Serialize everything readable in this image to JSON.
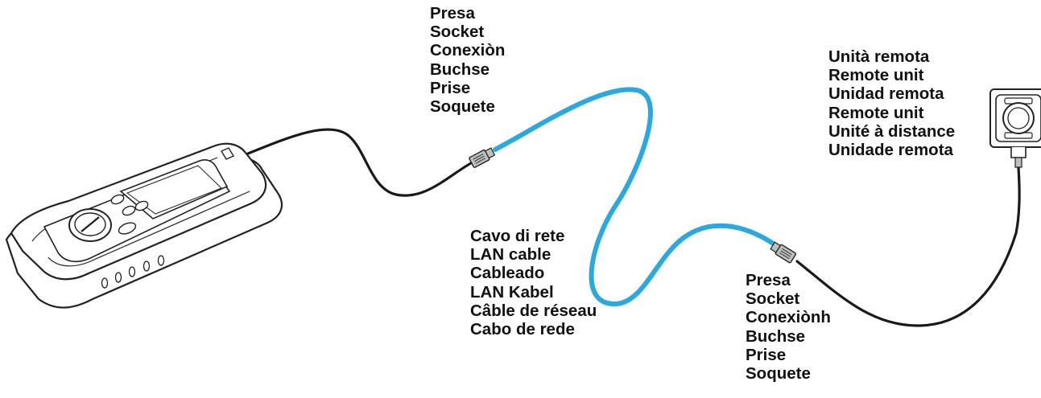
{
  "labels": {
    "socket_top": [
      "Presa",
      "Socket",
      "Conexiòn",
      "Buchse",
      "Prise",
      "Soquete"
    ],
    "remote_unit": [
      "Unità remota",
      "Remote unit",
      "Unidad remota",
      "Remote unit",
      "Unité à distance",
      "Unidade remota"
    ],
    "lan_cable": [
      "Cavo di rete",
      "LAN cable",
      "Cableado",
      "LAN Kabel",
      "Câble de réseau",
      "Cabo de rede"
    ],
    "socket_bottom": [
      "Presa",
      "Socket",
      "Conexiònh",
      "Buchse",
      "Prise",
      "Soquete"
    ]
  },
  "colors": {
    "lan_cable": "#2aa8df",
    "test_lead": "#1a1a1a",
    "outline": "#222222",
    "plug_fill": "#bfbfbf"
  }
}
